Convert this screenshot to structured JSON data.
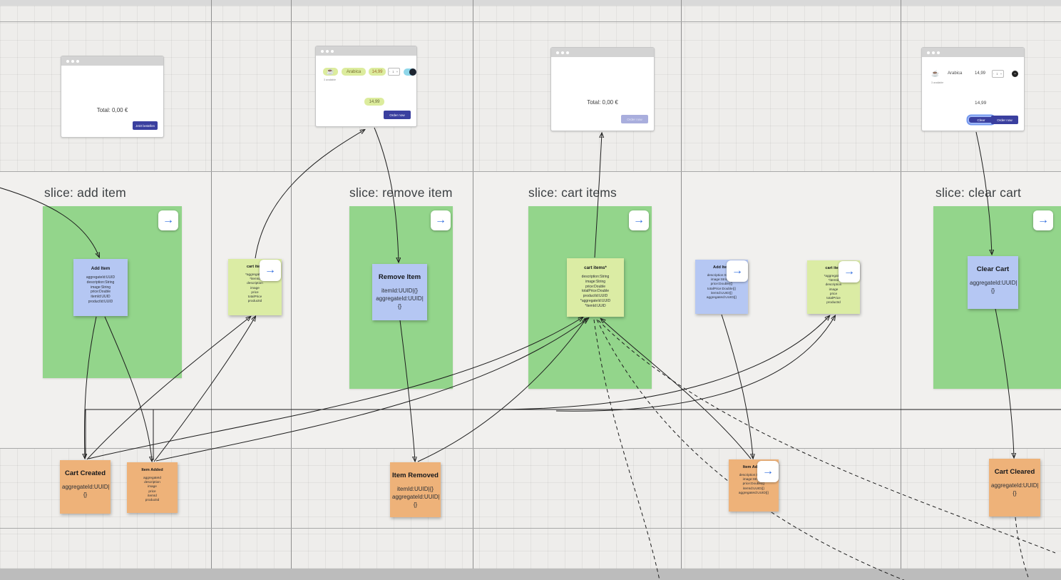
{
  "colors": {
    "slice_green": "#93d58b",
    "note_blue": "#b5c7f3",
    "note_yellow": "#dbeca4",
    "note_orange": "#eeb279",
    "arrow_blue": "#2e6bde",
    "button_indigo": "#3a3f9f",
    "button_disabled": "#a9aedd"
  },
  "icons": {
    "arrow_right": "→",
    "coffee": "☕",
    "minus": "−"
  },
  "slices": {
    "add_item": {
      "label": "slice: add item"
    },
    "remove_item": {
      "label": "slice: remove item"
    },
    "cart_items": {
      "label": "slice: cart items"
    },
    "clear_cart": {
      "label": "slice: clear cart"
    }
  },
  "mockups": {
    "m1": {
      "total": "Total: 0,00 €",
      "order_button": "Jetzt bestellen"
    },
    "m2": {
      "product": "Arabica",
      "price": "14,99",
      "stepper": "- 1 +",
      "availability": "3 available",
      "line_total": "14,99",
      "order_button": "Order now"
    },
    "m3": {
      "total": "Total: 0,00 €",
      "order_button": "Order now"
    },
    "m4": {
      "product": "Arabica",
      "price": "14,99",
      "stepper": "- 1 +",
      "availability": "3 available",
      "line_total": "14,99",
      "clear_button": "Clear",
      "order_button": "Order now"
    }
  },
  "notes": {
    "add_item_cmd": {
      "title": "Add Item",
      "body": "aggregateId:UUID\ndescription:String\nimage:String\nprice:Double\nitemId:UUID\nproductId:UUID"
    },
    "cart_item_rm1": {
      "title": "cart item",
      "body": "*aggregateId\n*itemId\ndescription\nimage\nprice\ntotalPrice\nproductId"
    },
    "remove_item_cmd": {
      "title": "Remove Item",
      "body": "itemId:UUID|{}\naggregateId:UUID|{}"
    },
    "cart_items_rm": {
      "title": "cart items*",
      "body": "description:String\nimage:String\nprice:Double\ntotalPrice:Double\nproductId:UUID\n*aggregateId:UUID\n*itemId:UUID"
    },
    "add_item_cmd2": {
      "title": "Add Item",
      "body": "description:String|{}\nimage:String|{}\nprice:Double|{}\ntotalPrice:Double|{}\nitemId:UUID|{}\naggregateId:UUID|{}"
    },
    "cart_item_rm2": {
      "title": "cart item",
      "body": "*aggregateId\n*itemId\ndescription\nimage\nprice\ntotalPrice\nproductId"
    },
    "clear_cart_cmd": {
      "title": "Clear Cart",
      "body": "aggregateId:UUID|{}"
    }
  },
  "events": {
    "cart_created": {
      "title": "Cart Created",
      "body": "aggregateId:UUID|{}"
    },
    "item_added1": {
      "title": "Item Added",
      "body": "aggregateId\ndescription\nimage\nprice\nitemId\nproductId"
    },
    "item_removed": {
      "title": "Item Removed",
      "body": "itemId:UUID|{}\naggregateId:UUID|{}"
    },
    "item_added2": {
      "title": "Item Added",
      "body": "description:String|{}\nimage:String|{}\nprice:Double|{}\nitemId:UUID|{}\naggregateId:UUID|{}"
    },
    "cart_cleared": {
      "title": "Cart Cleared",
      "body": "aggregateId:UUID|{}"
    }
  }
}
